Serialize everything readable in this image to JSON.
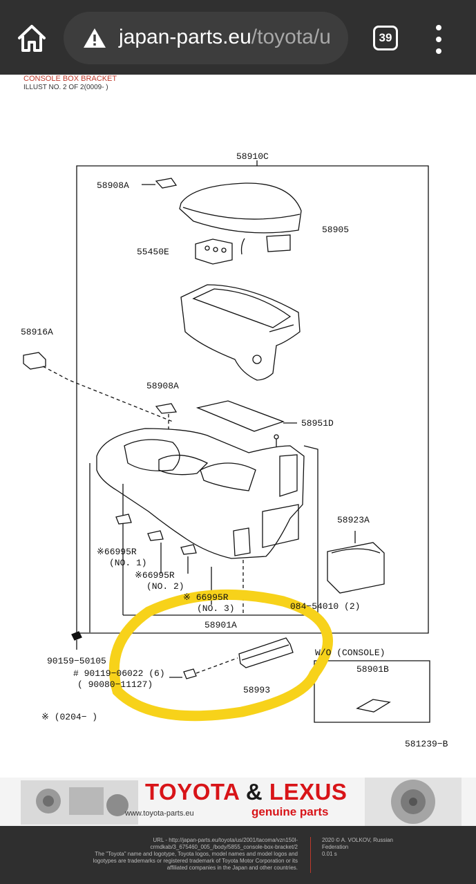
{
  "browser": {
    "url_domain": "japan-parts.eu",
    "url_path": "/toyota/u",
    "tab_count": "39",
    "icons": {
      "home": "home-icon",
      "warning": "warning-triangle-icon",
      "menu": "more-vert-icon"
    }
  },
  "page": {
    "title": "CONSOLE BOX BRACKET",
    "subtitle": "ILLUST NO. 2 OF 2(0009- )"
  },
  "diagram": {
    "labels": {
      "p58910C": "58910C",
      "p58908A_top": "58908A",
      "p58905": "58905",
      "p55450E": "55450E",
      "p58916A": "58916A",
      "p58908A_mid": "58908A",
      "p58951D": "58951D",
      "p58923A": "58923A",
      "p66995R_1": "※66995R",
      "p66995R_1n": "(NO. 1)",
      "p66995R_2": "※66995R",
      "p66995R_2n": "(NO. 2)",
      "p66995R_3": "※ 66995R",
      "p66995R_3n": "(NO. 3)",
      "p084": "084−54010 (2)",
      "p58901A": "58901A",
      "p90159": "90159−50105",
      "p90119": "# 90119−06022 (6)",
      "p90080": "( 90080−11127)",
      "pW": "W/O (CONSOLE)",
      "p58901B": "58901B",
      "p58993": "58993",
      "pNote": "※ (0204−         )",
      "pCode": "581239−B"
    }
  },
  "banner": {
    "brand_toyota": "TOYOTA",
    "brand_amp": " & ",
    "brand_lexus": "LEXUS",
    "url": "www.toyota-parts.eu",
    "tagline": "genuine parts"
  },
  "footer": {
    "url_label": "URL - http://japan-parts.eu/toyota/us/2001/tacoma/vzn150l-crmdkab/3_675460_005_/body/5855_console-box-bracket/2",
    "disclaimer": "The \"Toyota\" name and logotype, Toyota logos, model names and model logos and logotypes are trademarks or registered trademark of Toyota Motor Corporation or its affiliated companies in the Japan and other countries.",
    "copyright": "2020 © A. VOLKOV, Russian Federation",
    "timing": "0.01 s"
  },
  "colors": {
    "accent_red": "#d81418",
    "highlight_yellow": "#f7d21a",
    "topbar": "#303030"
  }
}
